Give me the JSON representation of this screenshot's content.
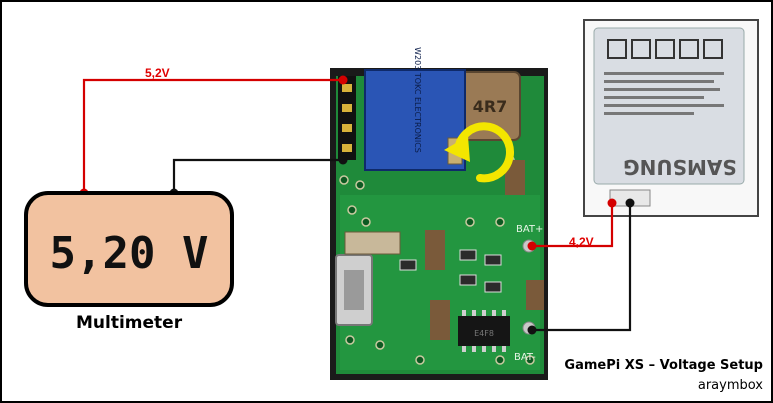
{
  "title": "GamePi XS – Voltage Setup",
  "author": "araymbox",
  "multimeter": {
    "label": "Multimeter",
    "display": "5,20 V"
  },
  "wires": {
    "output_voltage": "5,2V",
    "battery_voltage": "4,2V"
  },
  "board": {
    "pad_plus": "BAT+",
    "pad_minus": "BAT-",
    "inductor_marking": "4R7",
    "pot_marking": "W203 TOKC ELECTRONICS",
    "chip_marking": "E4F8"
  },
  "battery": {
    "brand": "SAMSUNG"
  },
  "colors": {
    "wire_red": "#d40000",
    "wire_black": "#111111",
    "lcd_bg": "#f2c2a0",
    "pcb_green": "#1f8a3a",
    "pot_blue": "#2a55b5",
    "arrow_yellow": "#f3e600"
  }
}
